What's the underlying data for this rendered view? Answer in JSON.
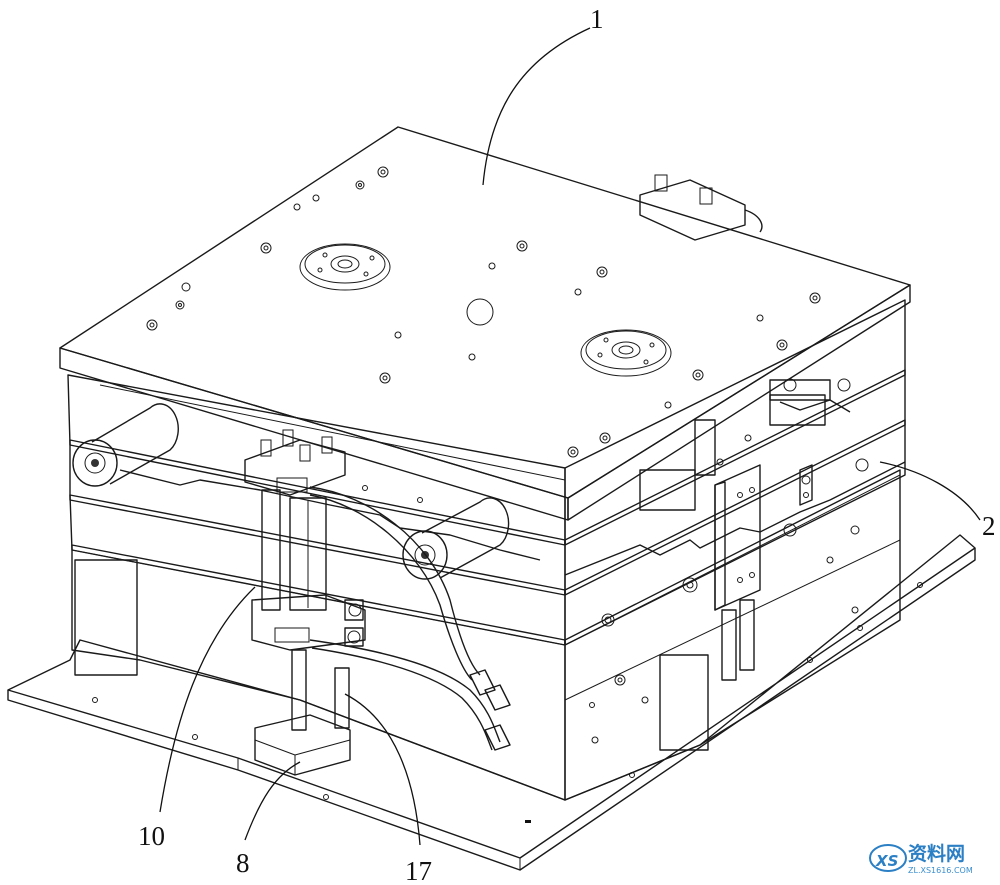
{
  "labels": {
    "part_1": "1",
    "part_2": "2",
    "part_10": "10",
    "part_8": "8",
    "part_17": "17"
  },
  "watermark": {
    "logo_text": "XS",
    "site_name": "资料网",
    "url": "ZL.XS1616.COM"
  },
  "colors": {
    "ink": "#1a1a1a",
    "watermark_blue": "#2b7fc4"
  }
}
